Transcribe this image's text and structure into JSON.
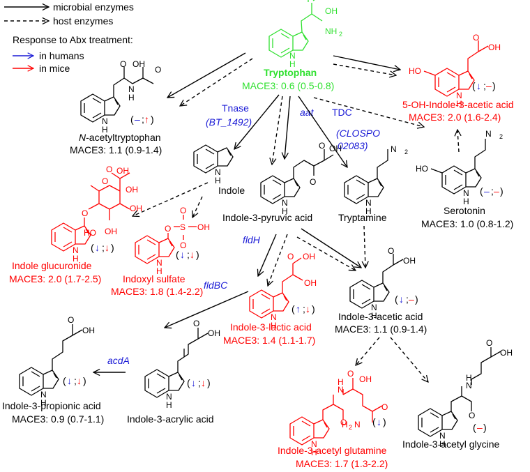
{
  "legend": {
    "microbial": "microbial enzymes",
    "host": "host enzymes",
    "response_title": "Response to Abx treatment:",
    "humans": "in humans",
    "mice": "in mice"
  },
  "colors": {
    "human_arrow": "#1a1ad6",
    "mouse_arrow": "#ff0000",
    "green": "#2fe02f",
    "red": "#ff0000"
  },
  "nodes": {
    "tryptophan": {
      "name": "Tryptophan",
      "mace": "MACE3: 0.6 (0.5-0.8)"
    },
    "acetyltryptophan": {
      "name_prefix": "N",
      "name_rest": "-acetyltryptophan",
      "mace": "MACE3: 1.1 (0.9-1.4)",
      "resp_open": "(",
      "resp_a": "–",
      "resp_sep": ";",
      "resp_b": "↑",
      "resp_close": ")"
    },
    "hydroxyindole": {
      "name": "5-OH-Indole-3-acetic acid",
      "mace": "MACE3: 2.0 (1.6-2.4)",
      "resp_open": "(",
      "resp_a": "↓",
      "resp_sep": ";",
      "resp_b": "–",
      "resp_close": ")"
    },
    "indole": {
      "name": "Indole"
    },
    "ipa_pyruvic": {
      "name": "Indole-3-pyruvic acid"
    },
    "tryptamine": {
      "name": "Tryptamine"
    },
    "serotonin": {
      "name": "Serotonin",
      "mace": "MACE3: 1.0 (0.8-1.2)",
      "resp_open": "(",
      "resp_a": "–",
      "resp_sep": ";",
      "resp_b": "–",
      "resp_close": ")"
    },
    "glucuronide": {
      "name": "Indole glucuronide",
      "mace": "MACE3: 2.0 (1.7-2.5)",
      "resp_open": "(",
      "resp_a": "↓",
      "resp_sep": ";",
      "resp_b": "↓",
      "resp_close": ")"
    },
    "indoxyl": {
      "name": "Indoxyl sulfate",
      "mace": "MACE3: 1.8 (1.4-2.2)",
      "resp_open": "(",
      "resp_a": "↓",
      "resp_sep": ";",
      "resp_b": "↓",
      "resp_close": ")"
    },
    "lactic": {
      "name": "Indole-3-lactic acid",
      "mace": "MACE3: 1.4 (1.1-1.7)",
      "resp_open": "(",
      "resp_a": "↑",
      "resp_sep": ";",
      "resp_b": "↓",
      "resp_close": ")"
    },
    "acetic": {
      "name": "Indole-3-acetic acid",
      "mace": "MACE3: 1.1 (0.9-1.4)",
      "resp_open": "(",
      "resp_a": "↓",
      "resp_sep": ";",
      "resp_b": "–",
      "resp_close": ")"
    },
    "propionic": {
      "name": "Indole-3-propionic acid",
      "mace": "MACE3: 0.9 (0.7-1.1)",
      "resp_open": "(",
      "resp_a": "↓",
      "resp_sep": ";",
      "resp_b": "↓",
      "resp_close": ")"
    },
    "acrylic": {
      "name": "Indole-3-acrylic acid",
      "resp_open": "(",
      "resp_a": "↓",
      "resp_sep": ";",
      "resp_b": "↓",
      "resp_close": ")"
    },
    "glutamine": {
      "name": "Indole-3-acetyl glutamine",
      "mace": "MACE3: 1.7 (1.3-2.2)",
      "resp_open": "(",
      "resp_a": "↓",
      "resp_close": ")"
    },
    "glycine": {
      "name": "Indole-3-acetyl glycine",
      "resp_open": "(",
      "resp_a": "–",
      "resp_close": ")"
    }
  },
  "enzymes": {
    "tnase": "Tnase",
    "bt": "(BT_1492)",
    "aat": "aat",
    "tdc": "TDC",
    "clospo1": "(CLOSPO",
    "clospo2": "02083)",
    "fldh": "fldH",
    "fldbc": "fldBC",
    "acda": "acdA"
  },
  "atoms": {
    "OH": "OH",
    "O": "O",
    "NH2": "NH",
    "two": "2",
    "NH": "N",
    "H": "H",
    "HO": "HO",
    "S": "S",
    "H2N": "H"
  }
}
